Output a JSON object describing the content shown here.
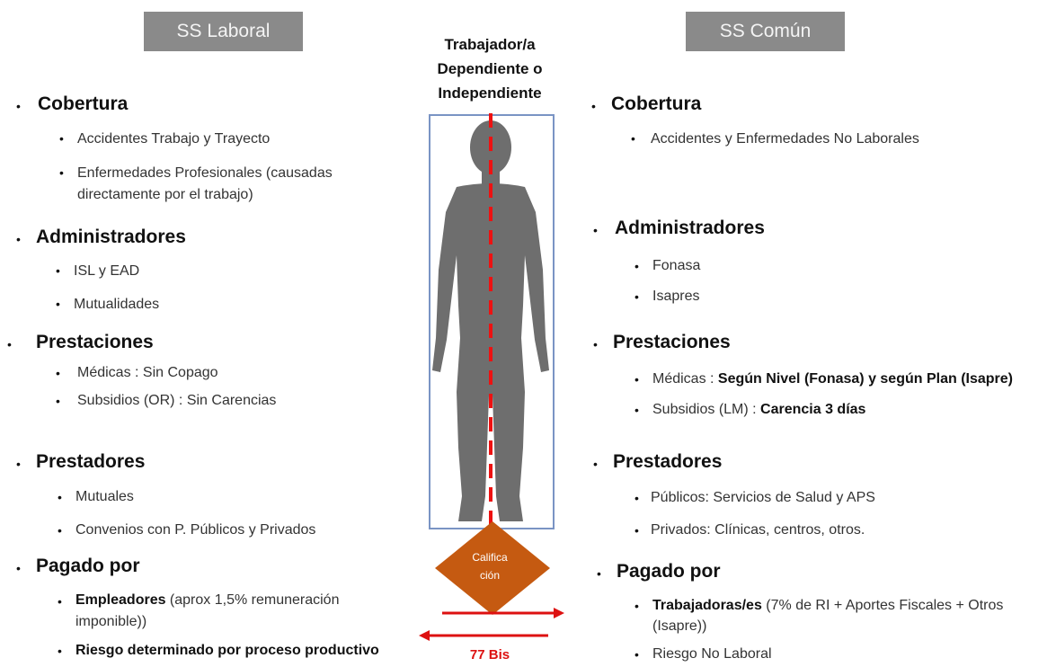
{
  "headers": {
    "left": "SS Laboral",
    "right": "SS Común",
    "center": [
      "Trabajador/a",
      "Dependiente o",
      "Independiente"
    ]
  },
  "left": {
    "cobertura": {
      "title": "Cobertura",
      "items": [
        "Accidentes Trabajo y Trayecto",
        "Enfermedades Profesionales (causadas",
        "directamente por el trabajo)"
      ]
    },
    "administradores": {
      "title": "Administradores",
      "items": [
        "ISL y EAD",
        "Mutualidades"
      ]
    },
    "prestaciones": {
      "title": "Prestaciones",
      "items": [
        "Médicas : Sin Copago",
        "Subsidios (OR) : Sin Carencias"
      ]
    },
    "prestadores": {
      "title": "Prestadores",
      "items": [
        "Mutuales",
        "Convenios con P. Públicos y Privados"
      ]
    },
    "pagado": {
      "title": "Pagado por",
      "emp_bold": "Empleadores",
      "emp_rest": " (aprox 1,5% remuneración",
      "emp_line2": "imponible))",
      "riesgo": "Riesgo determinado por proceso productivo"
    }
  },
  "right": {
    "cobertura": {
      "title": "Cobertura",
      "items": [
        "Accidentes y Enfermedades No Laborales"
      ]
    },
    "administradores": {
      "title": "Administradores",
      "items": [
        "Fonasa",
        "Isapres"
      ]
    },
    "prestaciones": {
      "title": "Prestaciones",
      "med_label": "Médicas : ",
      "med_bold": "Según Nivel (Fonasa) y según Plan (Isapre)",
      "sub_label": "Subsidios (LM) : ",
      "sub_bold": "Carencia 3 días"
    },
    "prestadores": {
      "title": "Prestadores",
      "items": [
        "Públicos: Servicios de Salud y APS",
        "Privados: Clínicas, centros, otros."
      ]
    },
    "pagado": {
      "title": "Pagado por",
      "trab_bold": "Trabajadoras/es",
      "trab_rest": "  (7% de RI + Aportes Fiscales  +  Otros",
      "trab_line2": "(Isapre))",
      "riesgo": "Riesgo No Laboral"
    }
  },
  "diamond": [
    "Califica",
    "ción"
  ],
  "arrow_label": "77 Bis"
}
